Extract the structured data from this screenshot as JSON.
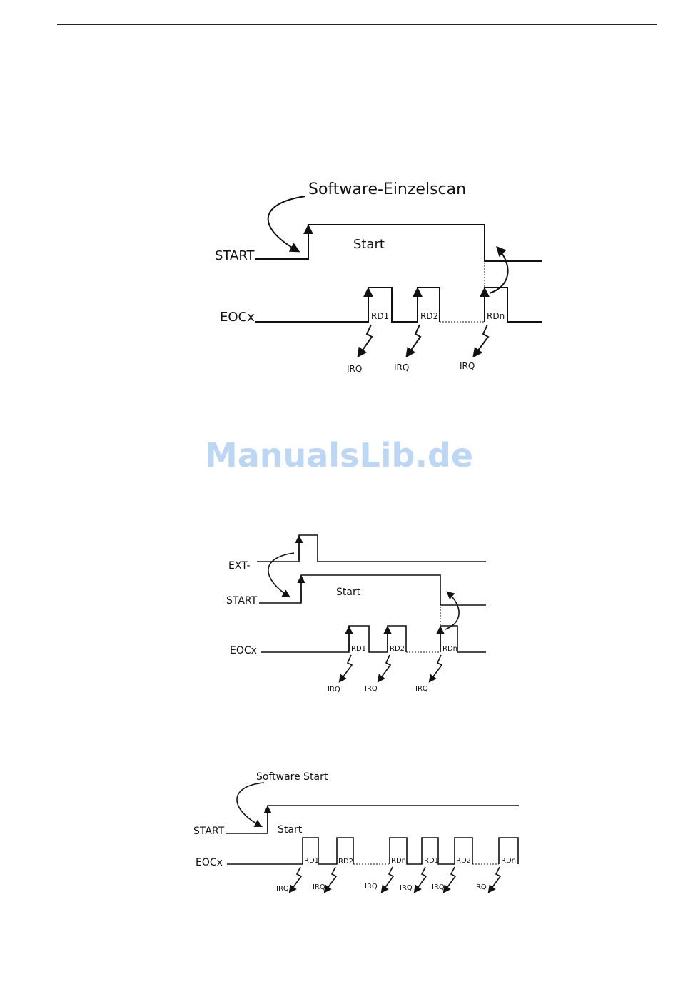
{
  "watermark": "ManualsLib.de",
  "diagrams": [
    {
      "id": "software-single-scan",
      "trigger_label": "Software-Einzelscan",
      "signals": [
        "START",
        "EOCx"
      ],
      "pulse_label": "Start",
      "read_labels": [
        "RD1",
        "RD2",
        "RDn"
      ],
      "irq_labels": [
        "IRQ",
        "IRQ",
        "IRQ"
      ]
    },
    {
      "id": "external-start",
      "signals": [
        "EXT-",
        "START",
        "EOCx"
      ],
      "pulse_label": "Start",
      "read_labels": [
        "RD1",
        "RD2",
        "RDn"
      ],
      "irq_labels": [
        "IRQ",
        "IRQ",
        "IRQ"
      ]
    },
    {
      "id": "software-continuous",
      "trigger_label": "Software Start",
      "signals": [
        "START",
        "EOCx"
      ],
      "pulse_label": "Start",
      "read_labels": [
        "RD1",
        "RD2",
        "RDn",
        "RD1",
        "RD2",
        "RDn"
      ],
      "irq_labels": [
        "IRQ",
        "IRQ",
        "IRQ",
        "IRQ",
        "IRQ",
        "IRQ"
      ]
    }
  ]
}
